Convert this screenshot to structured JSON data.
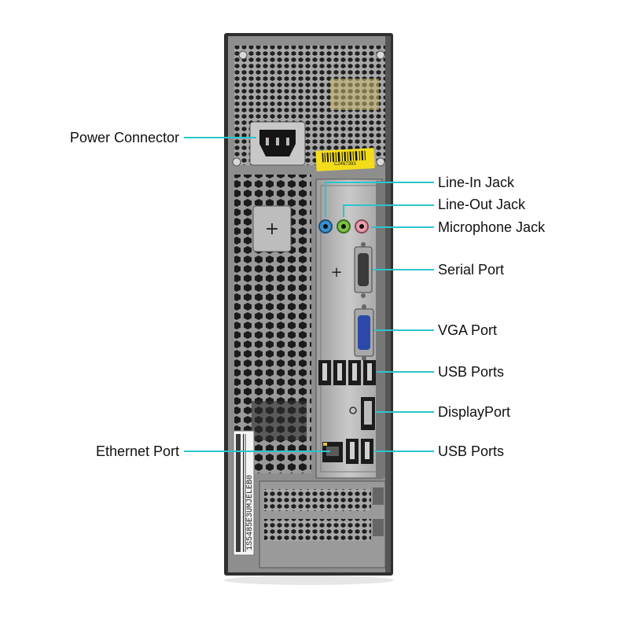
{
  "callouts": {
    "power_connector": "Power Connector",
    "line_in": "Line-In Jack",
    "line_out": "Line-Out Jack",
    "microphone": "Microphone Jack",
    "serial": "Serial Port",
    "vga": "VGA Port",
    "usb_upper": "USB Ports",
    "displayport": "DisplayPort",
    "ethernet": "Ethernet Port",
    "usb_lower": "USB Ports"
  },
  "serial_sticker": "1S5485E3UMJELEB0",
  "barcode_sticker": "C2467393",
  "colors": {
    "callout_line": "#2cc4cc",
    "chassis": "#3a3a3a",
    "panel": "#b8b8b8",
    "sticker_yellow": "#f3dd1a",
    "line_in_jack": "#3b8fd0",
    "line_out_jack": "#7cc04a",
    "mic_jack": "#e7a0ad",
    "vga": "#2b4aa8"
  }
}
